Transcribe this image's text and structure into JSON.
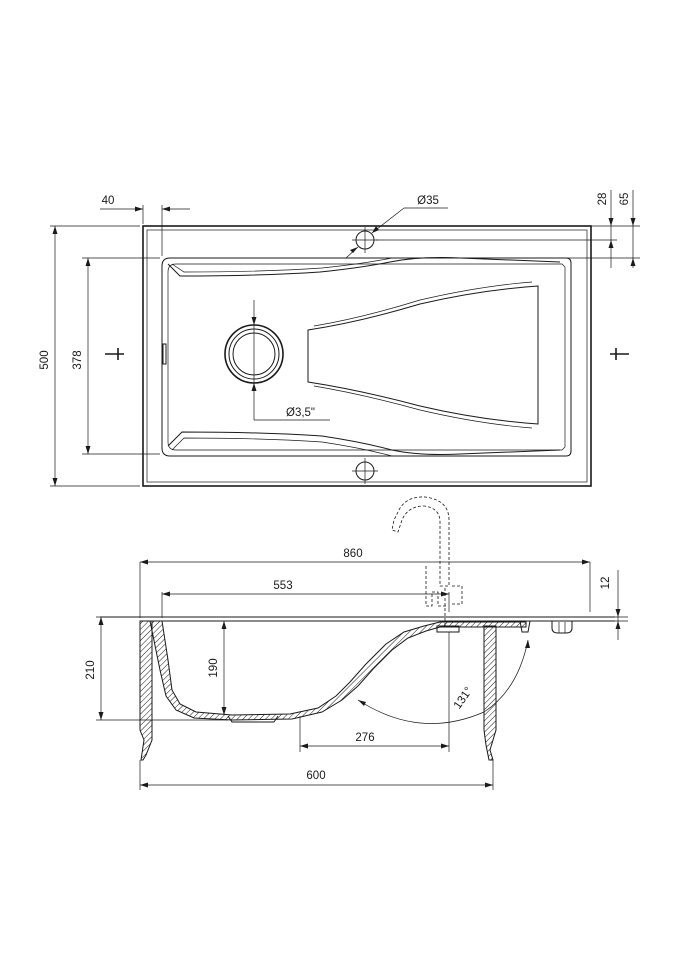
{
  "top_view": {
    "dim_edge_offset": "40",
    "dim_tap_hole": "Ø35",
    "dim_right_28": "28",
    "dim_right_65": "65",
    "dim_total_depth": "500",
    "dim_bowl_depth": "378",
    "dim_drain": "Ø3,5\""
  },
  "side_view": {
    "dim_total_width": "860",
    "dim_bowl_reach": "553",
    "dim_rim_thickness": "12",
    "dim_cabinet_height": "210",
    "dim_bowl_depth": "190",
    "dim_drain_span": "276",
    "dim_cabinet_width": "600",
    "dim_angle": "131°"
  }
}
